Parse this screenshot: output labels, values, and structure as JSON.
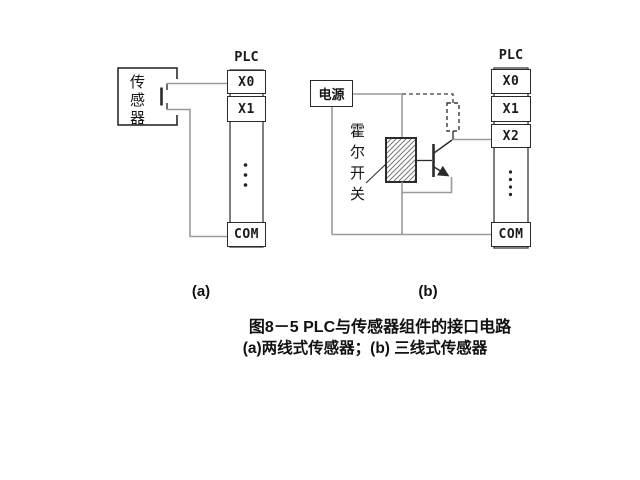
{
  "figure_caption": {
    "line1": "图8－5  PLC与传感器组件的接口电路",
    "line2": "(a)两线式传感器；(b) 三线式传感器",
    "label_a": "(a)",
    "label_b": "(b)"
  },
  "diagram_a": {
    "sensor_label": "传感器",
    "plc_title": "PLC",
    "terminals": {
      "x0": "X0",
      "x1": "X1",
      "com": "COM"
    }
  },
  "diagram_b": {
    "power_label": "电源",
    "hall_switch_label": "霍尔开关",
    "plc_title": "PLC",
    "terminals": {
      "x0": "X0",
      "x1": "X1",
      "x2": "X2",
      "com": "COM"
    }
  },
  "colors": {
    "wire": "#9a9a9a",
    "ink": "#2b2b2b",
    "column_outline": "#3a3a3a",
    "hatch": "#777777",
    "background": "#ffffff"
  }
}
